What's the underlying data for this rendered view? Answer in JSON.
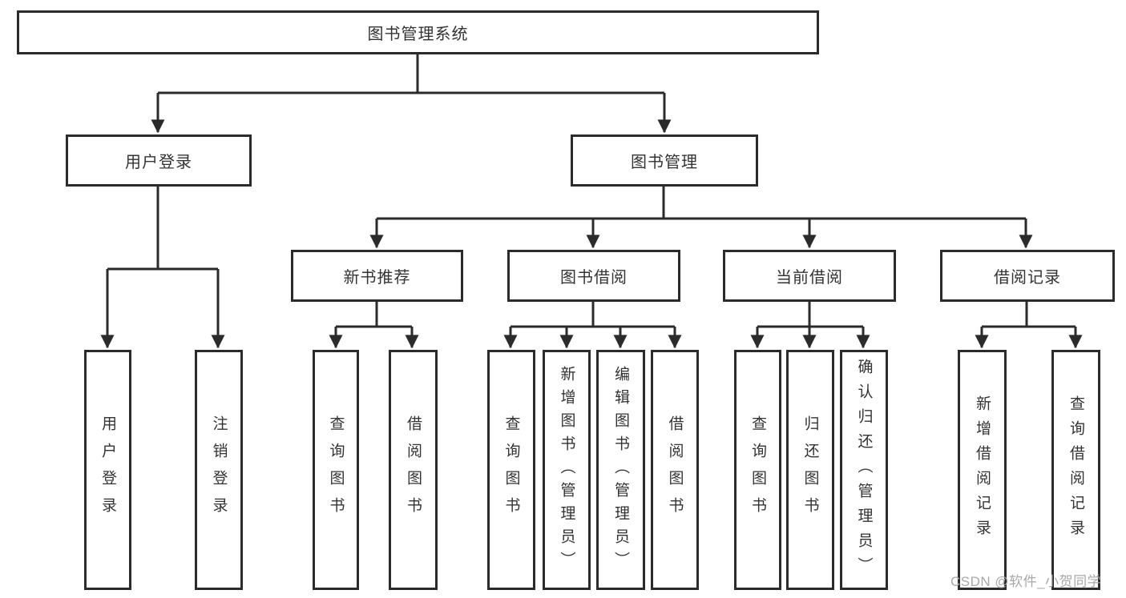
{
  "diagram": {
    "title": "图书管理系统",
    "root": {
      "label": "图书管理系统"
    },
    "branches": [
      {
        "label": "用户登录",
        "children": [
          {
            "label": "用户登录"
          },
          {
            "label": "注销登录"
          }
        ]
      },
      {
        "label": "图书管理",
        "children": [
          {
            "label": "新书推荐",
            "children": [
              {
                "label": "查询图书"
              },
              {
                "label": "借阅图书"
              }
            ]
          },
          {
            "label": "图书借阅",
            "children": [
              {
                "label": "查询图书"
              },
              {
                "label": "新增图书（管理员）"
              },
              {
                "label": "编辑图书（管理员）"
              },
              {
                "label": "借阅图书"
              }
            ]
          },
          {
            "label": "当前借阅",
            "children": [
              {
                "label": "查询图书"
              },
              {
                "label": "归还图书"
              },
              {
                "label": "确认归还（管理员）"
              }
            ]
          },
          {
            "label": "借阅记录",
            "children": [
              {
                "label": "新增借阅记录"
              },
              {
                "label": "查询借阅记录"
              }
            ]
          }
        ]
      }
    ]
  },
  "watermark": {
    "text": "CSDN @软件_小贺同学"
  },
  "colors": {
    "line": "#2b2b2b",
    "box_border": "#2b2b2b",
    "text": "#333333",
    "background": "#ffffff",
    "watermark": "#a8a8a8"
  }
}
